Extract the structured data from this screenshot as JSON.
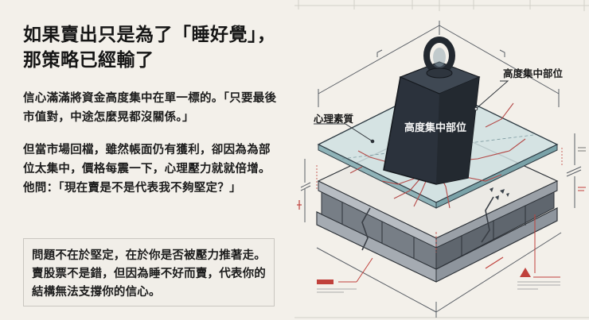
{
  "title": {
    "lines": [
      "如果賣出只是為了「睡好覺」，",
      "那策略已經輸了"
    ]
  },
  "paragraphs": [
    "信心滿滿將資金高度集中在單一標的。「只要最後市值對，中途怎麼晃都沒關係。」",
    "但當市場回檔，雖然帳面仍有獲利，卻因為為部位太集中，價格每震一下，心理壓力就就倍增。他問：「現在賣是不是代表我不夠堅定？」"
  ],
  "quote_box": {
    "text": "問題不在於堅定，在於你是否被壓力推著走。賣股票不是錯，但因為睡不好而賣，代表你的結構無法支撐你的信心。"
  },
  "diagram": {
    "labels": {
      "top_right": "高度集中部位",
      "left": "心理素質",
      "on_weight": "高度集中部位"
    },
    "colors": {
      "background": "#f3f0ea",
      "weight": "#2b323c",
      "glass": "#cfe0e2",
      "concrete": "#b9bec4",
      "crack": "#b44a48",
      "accent_red": "#c0413c",
      "line": "#555a60"
    }
  }
}
